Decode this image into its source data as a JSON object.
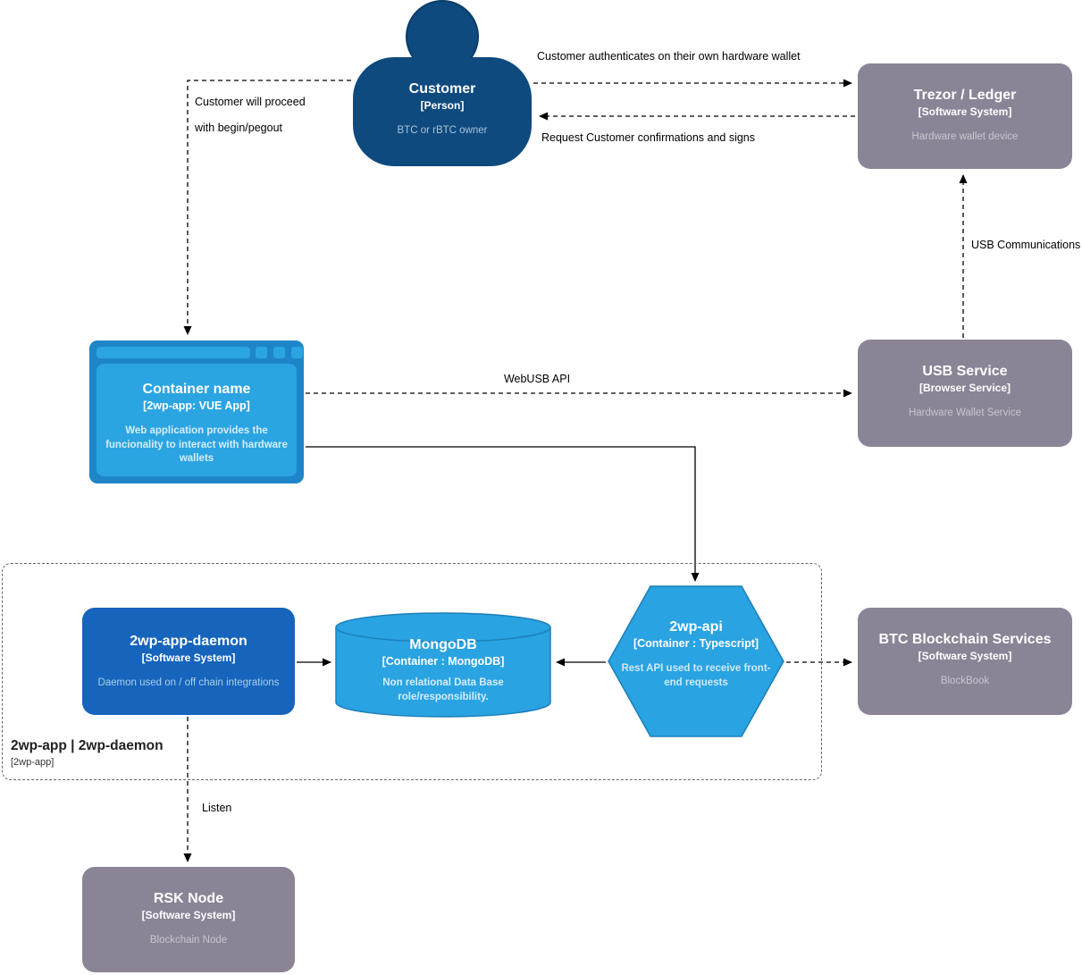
{
  "diagram": {
    "nodes": {
      "customer": {
        "title": "Customer",
        "subtitle": "[Person]",
        "desc": "BTC or rBTC owner"
      },
      "trezor": {
        "title": "Trezor / Ledger",
        "subtitle": "[Software System]",
        "desc": "Hardware wallet device"
      },
      "webapp": {
        "title": "Container name",
        "subtitle": "[2wp-app: VUE App]",
        "desc": "Web application provides the funcionality to interact with hardware wallets"
      },
      "usb_service": {
        "title": "USB Service",
        "subtitle": "[Browser Service]",
        "desc": "Hardware Wallet Service"
      },
      "daemon": {
        "title": "2wp-app-daemon",
        "subtitle": "[Software System]",
        "desc": "Daemon used on / off chain integrations"
      },
      "mongodb": {
        "title": "MongoDB",
        "subtitle": "[Container : MongoDB]",
        "desc": "Non relational Data Base role/responsibility."
      },
      "api": {
        "title": "2wp-api",
        "subtitle": "[Container : Typescript]",
        "desc": "Rest API used to receive front-end requests"
      },
      "btc": {
        "title": "BTC Blockchain Services",
        "subtitle": "[Software System]",
        "desc": "BlockBook"
      },
      "rsk": {
        "title": "RSK Node",
        "subtitle": "[Software System]",
        "desc": "Blockchain Node"
      }
    },
    "boundary": {
      "title": "2wp-app | 2wp-daemon",
      "subtitle": "[2wp-app]"
    },
    "edges": {
      "auth": "Customer authenticates on their own hardware wallet",
      "request": "Request Customer confirmations and signs",
      "proceed_line1": "Customer will proceed",
      "proceed_line2": "with begin/pegout",
      "webusb": "WebUSB API",
      "usb_comm": "USB Communications",
      "listen": "Listen"
    },
    "colors": {
      "person": "#0e4a7e",
      "external_system": "#8b8496",
      "container_blue": "#29a3e2",
      "daemon_blue": "#1664bb",
      "line": "#000000",
      "boundary": "#666666"
    }
  }
}
